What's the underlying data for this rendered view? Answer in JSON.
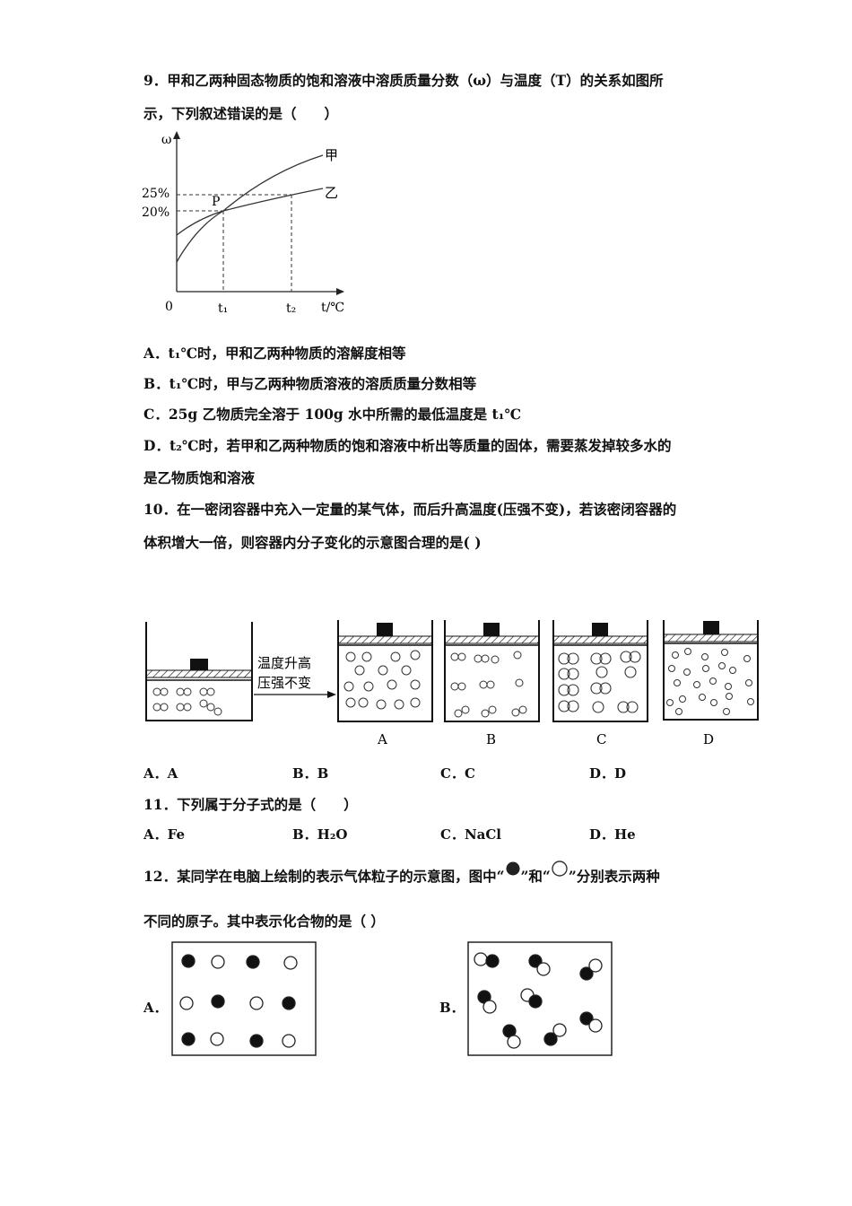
{
  "q9": {
    "stem_line1": "9．甲和乙两种固态物质的饱和溶液中溶质质量分数（ω）与温度（T）的关系如图所",
    "stem_line2": "示，下列叙述错误的是（　　）",
    "graph": {
      "y_axis_label": "ω",
      "x_axis_label": "t/℃",
      "origin_label": "0",
      "y_ticks": [
        "25%",
        "20%"
      ],
      "x_ticks": [
        "t₁",
        "t₂"
      ],
      "point_label": "P",
      "series_labels": [
        "甲",
        "乙"
      ]
    },
    "options": {
      "A": "A．t₁℃时，甲和乙两种物质的溶解度相等",
      "B": "B．t₁℃时，甲与乙两种物质溶液的溶质质量分数相等",
      "C": "C．25g 乙物质完全溶于 100g 水中所需的最低温度是 t₁℃",
      "D_line1": "D．t₂℃时，若甲和乙两种物质的饱和溶液中析出等质量的固体，需要蒸发掉较多水的",
      "D_line2": "是乙物质饱和溶液"
    }
  },
  "q10": {
    "stem_line1": "10．在一密闭容器中充入一定量的某气体，而后升高温度(压强不变)，若该密闭容器的",
    "stem_line2": "体积增大一倍，则容器内分子变化的示意图合理的是( )",
    "arrow_text_1": "温度升高",
    "arrow_text_2": "压强不变",
    "panel_labels": [
      "A",
      "B",
      "C",
      "D"
    ],
    "options": [
      "A．A",
      "B．B",
      "C．C",
      "D．D"
    ]
  },
  "q11": {
    "stem": "11．下列属于分子式的是（　　）",
    "options": [
      "A．Fe",
      "B．H₂O",
      "C．NaCl",
      "D．He"
    ]
  },
  "q12": {
    "stem_line1_a": "12．某同学在电脑上绘制的表示气体粒子的示意图，图中“",
    "stem_line1_b": "”和“",
    "stem_line1_c": "”分别表示两种",
    "stem_line2": "不同的原子。其中表示化合物的是（ ）",
    "option_labels": [
      "A．",
      "B．"
    ]
  }
}
